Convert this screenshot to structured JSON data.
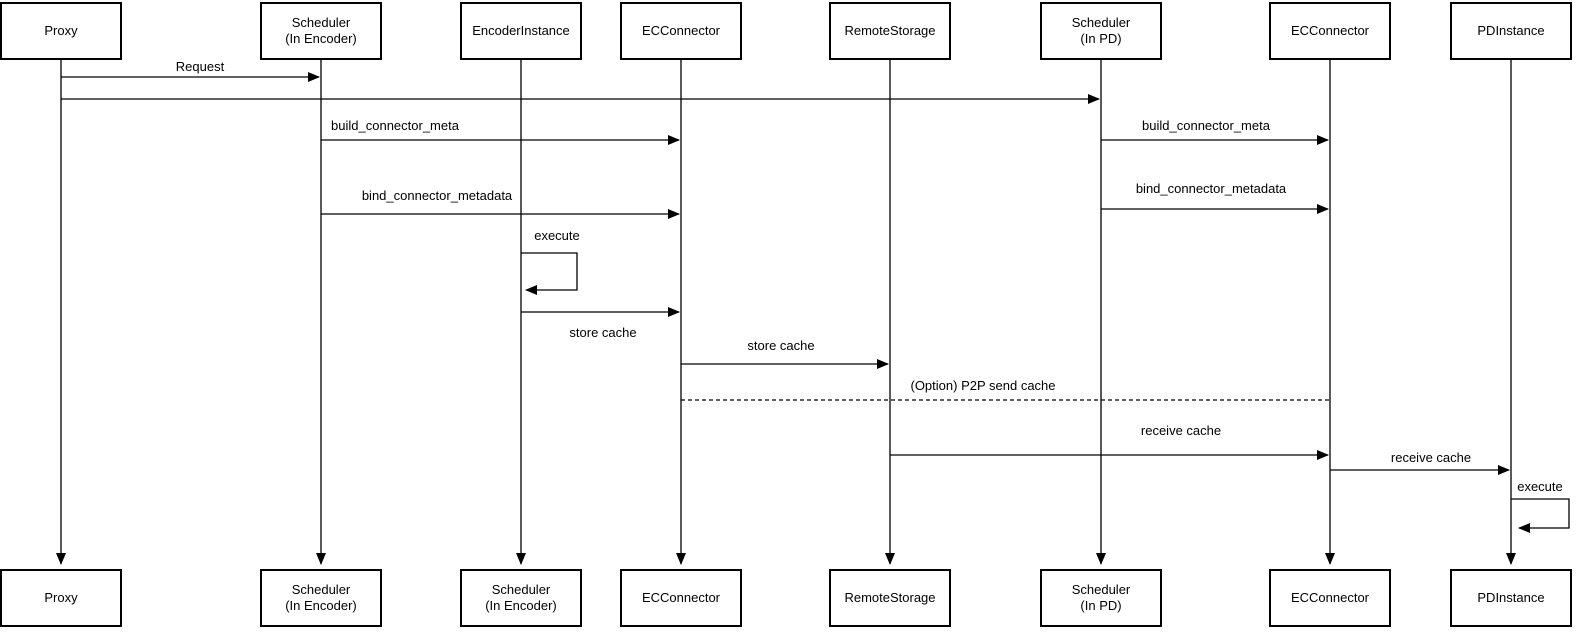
{
  "diagram": {
    "type": "sequence-diagram",
    "colors": {
      "stroke": "#000000",
      "box_fill": "#ffffff",
      "background": "#ffffff",
      "text": "#000000"
    },
    "participants": [
      {
        "id": "proxy",
        "top": {
          "line1": "Proxy",
          "line2": ""
        },
        "bottom": {
          "line1": "Proxy",
          "line2": ""
        }
      },
      {
        "id": "scheduler-in-encoder",
        "top": {
          "line1": "Scheduler",
          "line2": "(In Encoder)"
        },
        "bottom": {
          "line1": "Scheduler",
          "line2": "(In Encoder)"
        }
      },
      {
        "id": "encoder-instance",
        "top": {
          "line1": "EncoderInstance",
          "line2": ""
        },
        "bottom": {
          "line1": "Scheduler",
          "line2": "(In Encoder)"
        }
      },
      {
        "id": "ec-connector-encoder",
        "top": {
          "line1": "ECConnector",
          "line2": ""
        },
        "bottom": {
          "line1": "ECConnector",
          "line2": ""
        }
      },
      {
        "id": "remote-storage",
        "top": {
          "line1": "RemoteStorage",
          "line2": ""
        },
        "bottom": {
          "line1": "RemoteStorage",
          "line2": ""
        }
      },
      {
        "id": "scheduler-in-pd",
        "top": {
          "line1": "Scheduler",
          "line2": "(In PD)"
        },
        "bottom": {
          "line1": "Scheduler",
          "line2": "(In PD)"
        }
      },
      {
        "id": "ec-connector-pd",
        "top": {
          "line1": "ECConnector",
          "line2": ""
        },
        "bottom": {
          "line1": "ECConnector",
          "line2": ""
        }
      },
      {
        "id": "pd-instance",
        "top": {
          "line1": "PDInstance",
          "line2": ""
        },
        "bottom": {
          "line1": "PDInstance",
          "line2": ""
        }
      }
    ],
    "messages": [
      {
        "label": "Request",
        "from": "Proxy",
        "to": "Scheduler (In Encoder)",
        "line": "solid"
      },
      {
        "label": "",
        "from": "Proxy",
        "to": "Scheduler (In PD)",
        "line": "solid"
      },
      {
        "label": "build_connector_meta",
        "from": "Scheduler (In Encoder)",
        "to": "ECConnector",
        "line": "solid"
      },
      {
        "label": "build_connector_meta",
        "from": "Scheduler (In PD)",
        "to": "ECConnector",
        "line": "solid"
      },
      {
        "label": "bind_connector_metadata",
        "from": "Scheduler (In Encoder)",
        "to": "ECConnector",
        "line": "solid"
      },
      {
        "label": "bind_connector_metadata",
        "from": "Scheduler (In PD)",
        "to": "ECConnector",
        "line": "solid"
      },
      {
        "label": "execute",
        "from": "EncoderInstance",
        "to": "EncoderInstance",
        "line": "self"
      },
      {
        "label": "store cache",
        "from": "EncoderInstance",
        "to": "ECConnector",
        "line": "solid"
      },
      {
        "label": "store cache",
        "from": "ECConnector",
        "to": "RemoteStorage",
        "line": "solid"
      },
      {
        "label": "(Option) P2P send cache",
        "from": "ECConnector",
        "to": "ECConnector (In PD)",
        "line": "dashed"
      },
      {
        "label": "receive cache",
        "from": "RemoteStorage",
        "to": "ECConnector",
        "line": "solid"
      },
      {
        "label": "receive cache",
        "from": "ECConnector",
        "to": "PDInstance",
        "line": "solid"
      },
      {
        "label": "execute",
        "from": "PDInstance",
        "to": "PDInstance",
        "line": "self"
      }
    ]
  }
}
